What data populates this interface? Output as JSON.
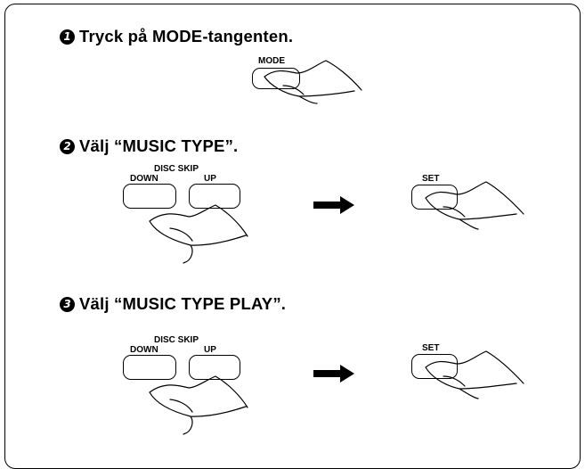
{
  "steps": [
    {
      "number": "1",
      "text": "Tryck på MODE-tangenten."
    },
    {
      "number": "2",
      "text": "Välj “MUSIC TYPE”."
    },
    {
      "number": "3",
      "text": "Välj “MUSIC TYPE PLAY”."
    }
  ],
  "buttons": {
    "mode": "MODE",
    "disc_skip": "DISC SKIP",
    "down": "DOWN",
    "up": "UP",
    "set": "SET"
  },
  "icons": [
    "hand-press-icon",
    "arrow-right-icon",
    "button-icon"
  ]
}
